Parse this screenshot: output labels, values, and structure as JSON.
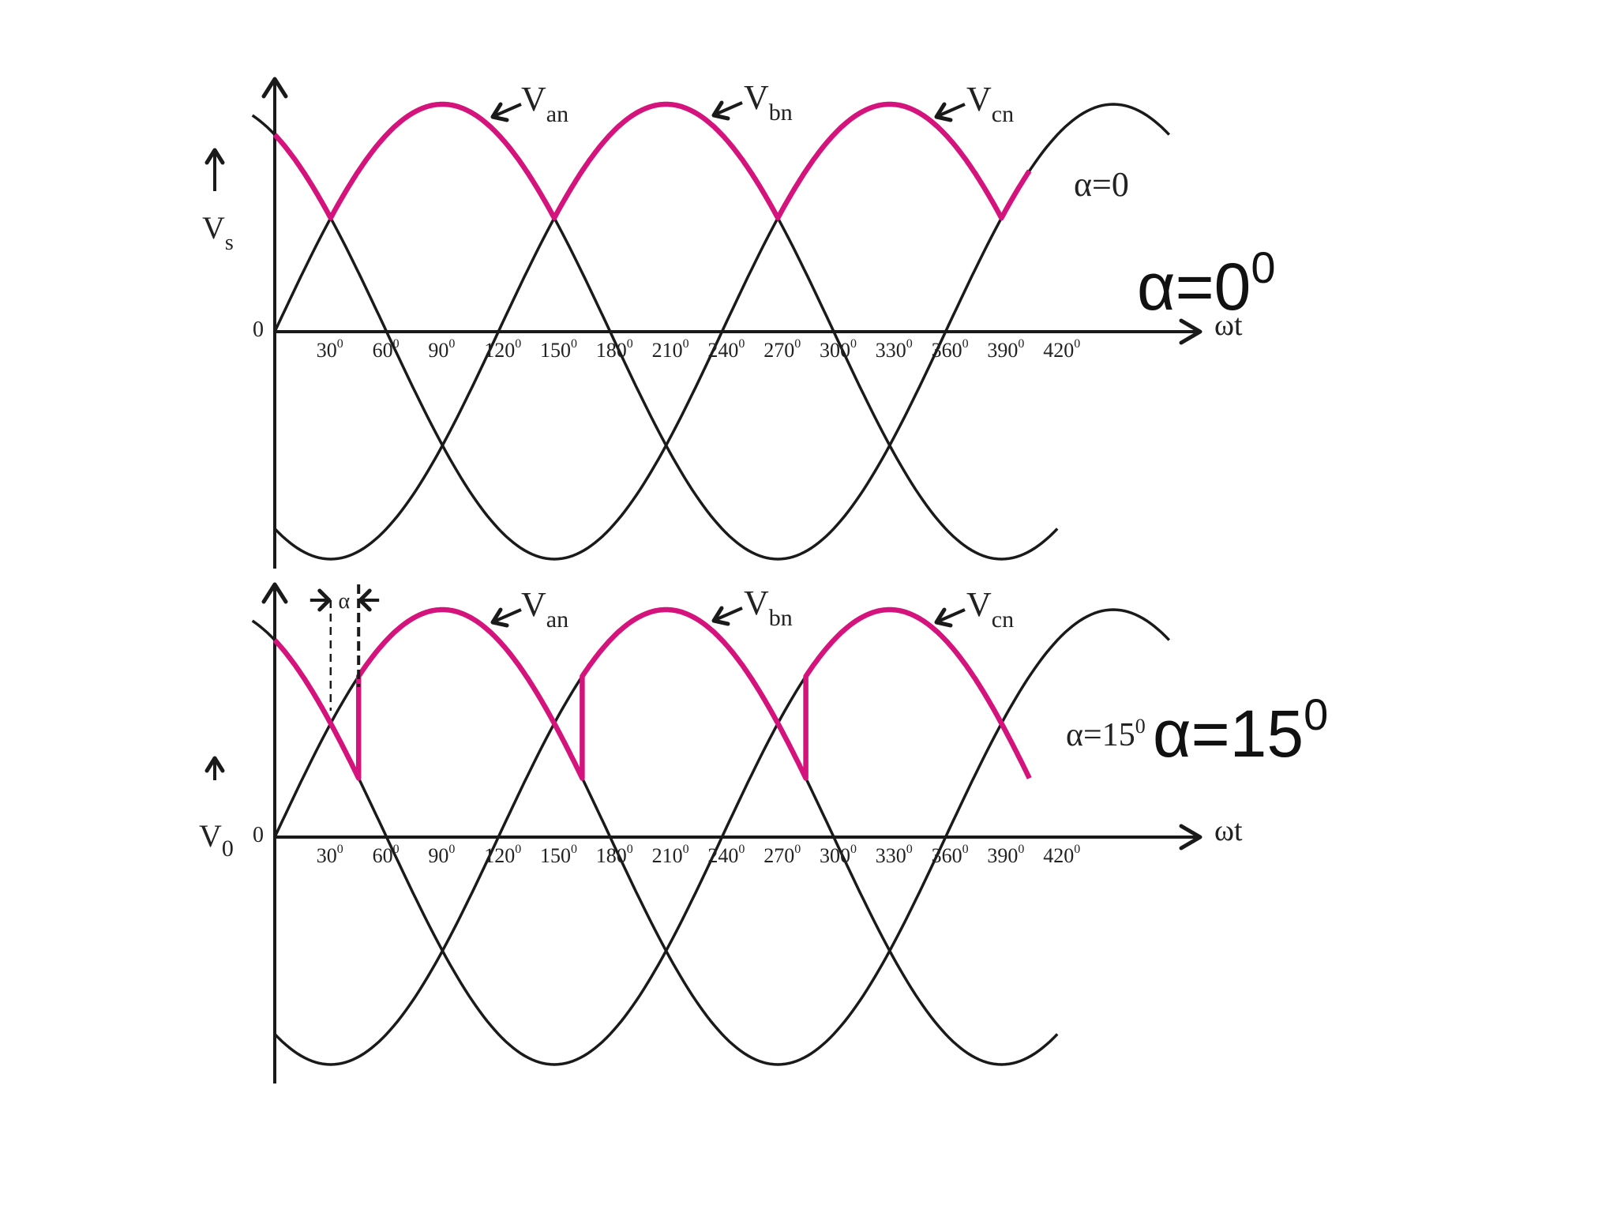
{
  "colors": {
    "highlight": "#d4147c",
    "ink": "#1a1a1a"
  },
  "top_plot": {
    "y_label_main": "V",
    "y_label_sub": "s",
    "origin_label": "0",
    "x_label": "ωt",
    "alpha_small": "α=0",
    "alpha_big_main": "α=0",
    "alpha_big_sup": "0",
    "phase_labels": [
      {
        "main": "V",
        "sub": "an"
      },
      {
        "main": "V",
        "sub": "bn"
      },
      {
        "main": "V",
        "sub": "cn"
      }
    ]
  },
  "bottom_plot": {
    "y_label_main": "V",
    "y_label_sub": "0",
    "origin_label": "0",
    "x_label": "ωt",
    "alpha_marker": "α",
    "alpha_small": "α=15",
    "alpha_small_sup": "0",
    "alpha_big_main": "α=15",
    "alpha_big_sup": "0",
    "phase_labels": [
      {
        "main": "V",
        "sub": "an"
      },
      {
        "main": "V",
        "sub": "bn"
      },
      {
        "main": "V",
        "sub": "cn"
      }
    ]
  },
  "ticks": [
    {
      "value": 30,
      "label": "30",
      "sup": "0"
    },
    {
      "value": 60,
      "label": "60",
      "sup": "0"
    },
    {
      "value": 90,
      "label": "90",
      "sup": "0"
    },
    {
      "value": 120,
      "label": "120",
      "sup": "0"
    },
    {
      "value": 150,
      "label": "150",
      "sup": "0"
    },
    {
      "value": 180,
      "label": "180",
      "sup": "0"
    },
    {
      "value": 210,
      "label": "210",
      "sup": "0"
    },
    {
      "value": 240,
      "label": "240",
      "sup": "0"
    },
    {
      "value": 270,
      "label": "270",
      "sup": "0"
    },
    {
      "value": 300,
      "label": "300",
      "sup": "0"
    },
    {
      "value": 330,
      "label": "330",
      "sup": "0"
    },
    {
      "value": 360,
      "label": "360",
      "sup": "0"
    },
    {
      "value": 390,
      "label": "390",
      "sup": "0"
    },
    {
      "value": 420,
      "label": "420",
      "sup": "0"
    }
  ]
}
